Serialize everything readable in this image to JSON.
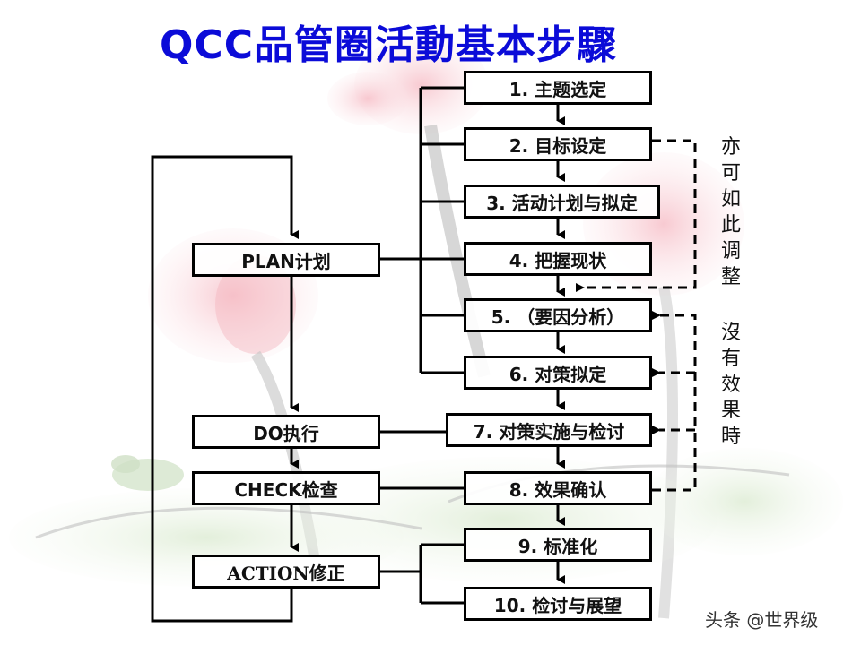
{
  "title": "QCC品管圈活動基本步驟",
  "colors": {
    "title": "#0b0bd8",
    "box_border": "#000000",
    "background": "#ffffff"
  },
  "pdca": [
    {
      "id": "plan",
      "label": "PLAN计划"
    },
    {
      "id": "do",
      "label": "DO执行"
    },
    {
      "id": "check",
      "label": "CHECK检查"
    },
    {
      "id": "action",
      "label": "ACTION修正"
    }
  ],
  "steps": [
    {
      "number": 1,
      "label": "1. 主题选定"
    },
    {
      "number": 2,
      "label": "2. 目标设定"
    },
    {
      "number": 3,
      "label": "3. 活动计划与拟定"
    },
    {
      "number": 4,
      "label": "4. 把握现状"
    },
    {
      "number": 5,
      "label": "5. （要因分析）"
    },
    {
      "number": 6,
      "label": "6. 对策拟定"
    },
    {
      "number": 7,
      "label": "7. 对策实施与检讨"
    },
    {
      "number": 8,
      "label": "8. 效果确认"
    },
    {
      "number": 9,
      "label": "9. 标准化"
    },
    {
      "number": 10,
      "label": "10. 检讨与展望"
    }
  ],
  "annotations": {
    "adjust": [
      "亦",
      "可",
      "如",
      "此",
      "调",
      "整"
    ],
    "no_effect": [
      "沒",
      "有",
      "效",
      "果",
      "時"
    ]
  },
  "watermark": "头条 @世界级"
}
